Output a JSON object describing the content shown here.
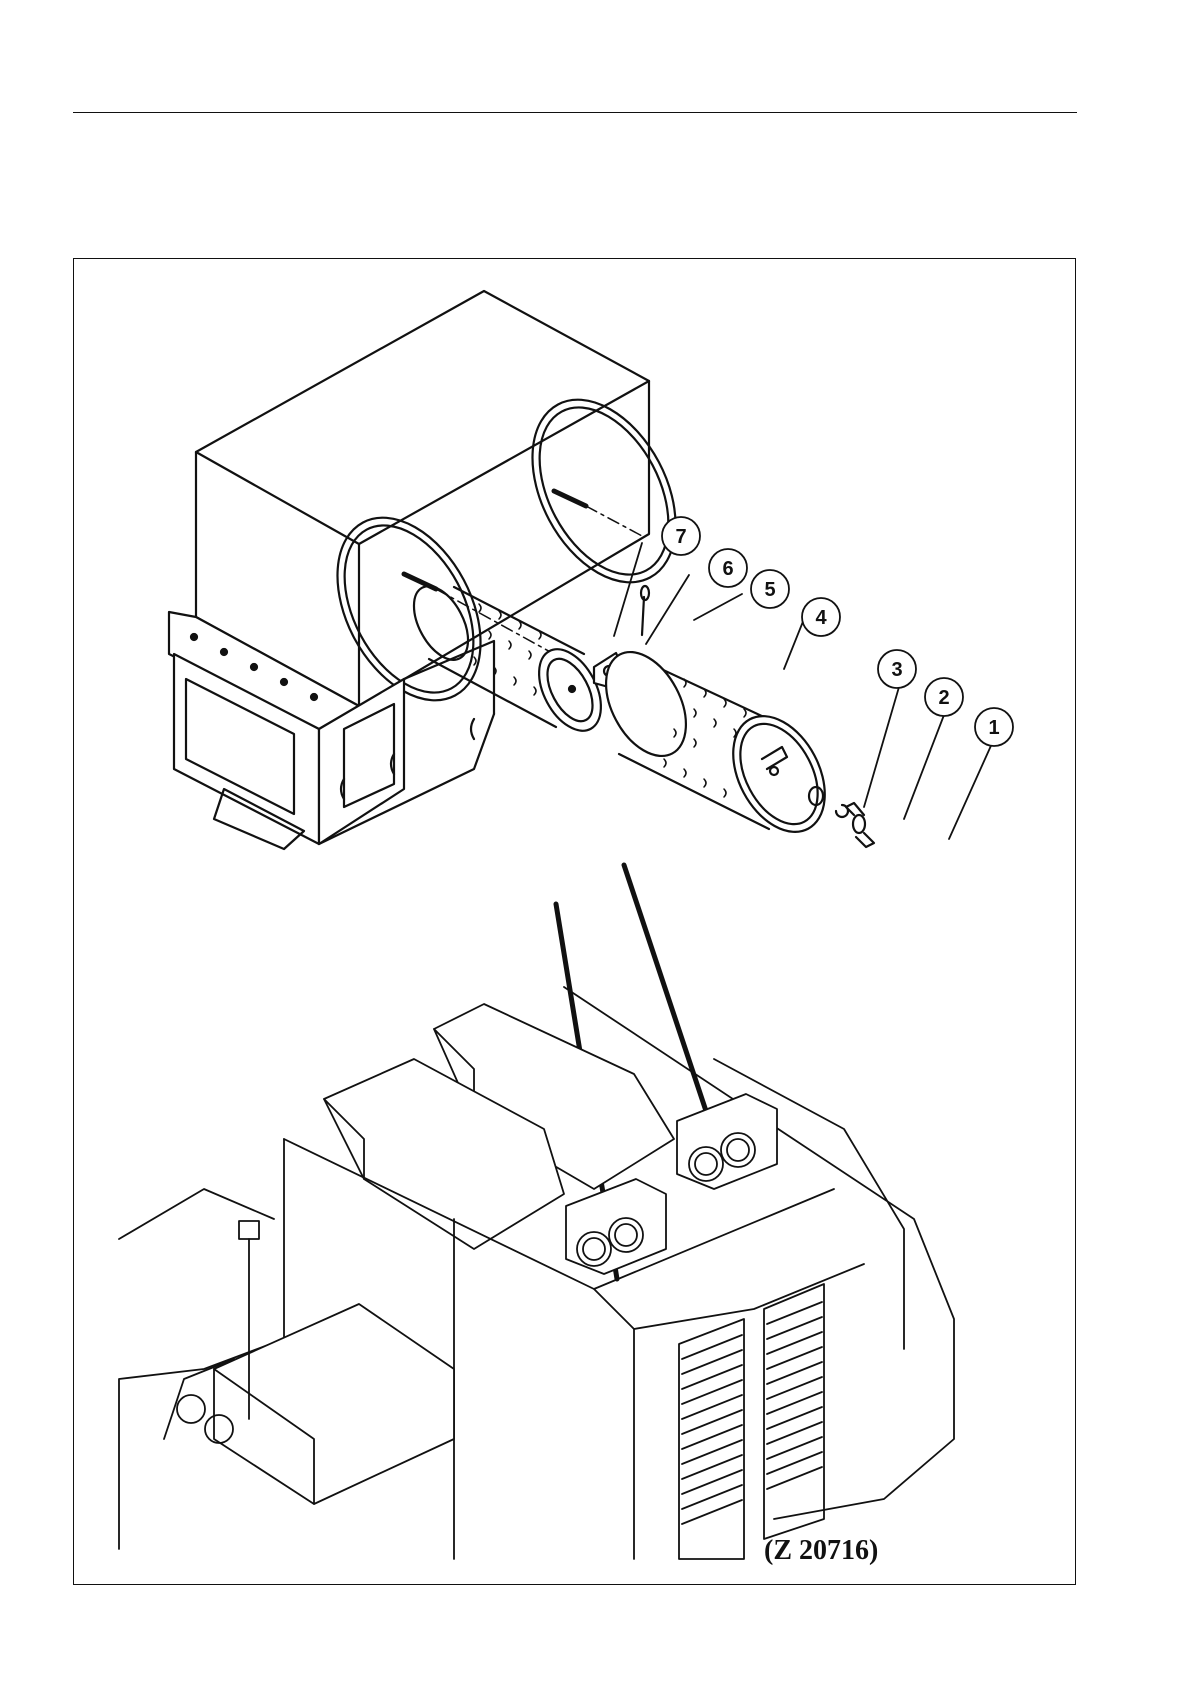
{
  "figure": {
    "reference": "(Z 20716)",
    "callouts": [
      "1",
      "2",
      "3",
      "4",
      "5",
      "6",
      "7"
    ]
  }
}
